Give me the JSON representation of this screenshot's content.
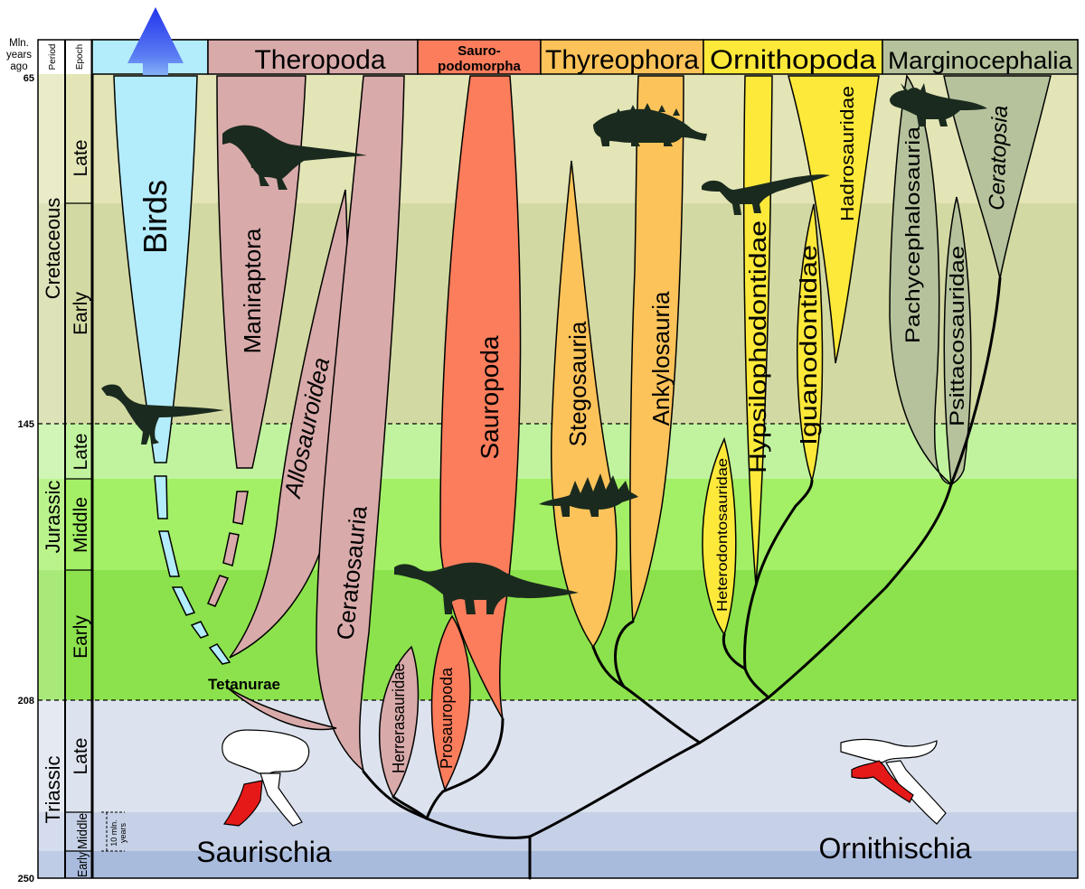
{
  "axis": {
    "unit_label_lines": [
      "Mln.",
      "years",
      "ago"
    ],
    "period_header": "Period",
    "epoch_header": "Epoch",
    "ticks": [
      "65",
      "145",
      "208",
      "250"
    ]
  },
  "periods": [
    "Cretaceous",
    "Jurassic",
    "Triassic"
  ],
  "epochs": {
    "cretaceous": [
      "Late",
      "Early"
    ],
    "jurassic": [
      "Late",
      "Middle",
      "Early"
    ],
    "triassic": [
      "Late",
      "Middle",
      "Early"
    ]
  },
  "scale_bar": {
    "lines": [
      "10 mln.",
      "years"
    ]
  },
  "groups": {
    "theropoda": "Theropoda",
    "sauropodomorpha_lines": [
      "Sauro-",
      "podomorpha"
    ],
    "thyreophora": "Thyreophora",
    "ornithopoda": "Ornithopoda",
    "marginocephalia": "Marginocephalia"
  },
  "clades": {
    "birds": "Birds",
    "maniraptora": "Maniraptora",
    "allosauroidea": "Allosauroidea",
    "ceratosauria": "Ceratosauria",
    "herrerasauridae": "Herrerasauridae",
    "prosauropoda": "Prosauropoda",
    "sauropoda": "Sauropoda",
    "stegosauria": "Stegosauria",
    "ankylosauria": "Ankylosauria",
    "heterodontosauridae": "Heterodontosauridae",
    "hypsilophodontidae": "Hypsilophodontidae",
    "iguanodontidae": "Iguanodontidae",
    "hadrosauridae": "Hadrosauridae",
    "pachycephalosauria": "Pachycephalosauria",
    "psittacosauridae": "Psittacosauridae",
    "ceratopsia": "Ceratopsia"
  },
  "node_labels": {
    "tetanurae": "Tetanurae"
  },
  "orders": {
    "saurischia": "Saurischia",
    "ornithischia": "Ornithischia"
  },
  "colors": {
    "birds": "#b3ecfb",
    "theropoda": "#d9aaaa",
    "sauropodomorpha": "#fb7d5c",
    "thyreophora": "#fcc35a",
    "ornithopoda": "#fde93a",
    "marginocephalia": "#b5c29c",
    "pelvis_highlight": "#e61919"
  },
  "icons": [
    "bird-arrow-up-icon",
    "tyrannosaur-silhouette-icon",
    "bird-silhouette-icon",
    "sauropod-silhouette-icon",
    "ankylosaur-silhouette-icon",
    "stegosaur-silhouette-icon",
    "ornithopod-silhouette-icon",
    "ceratopsian-silhouette-icon",
    "saurischian-pelvis-icon",
    "ornithischian-pelvis-icon"
  ]
}
